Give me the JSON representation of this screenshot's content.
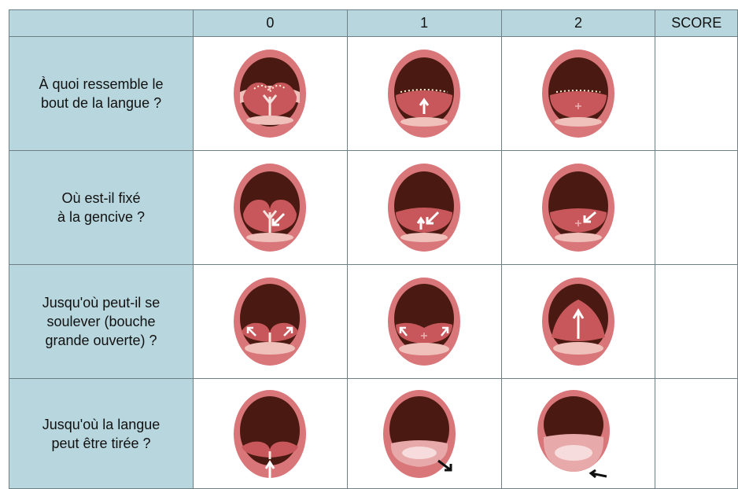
{
  "columns": [
    "0",
    "1",
    "2",
    "SCORE"
  ],
  "rows": [
    {
      "question": "À quoi ressemble le bout de la langue ?",
      "lines": [
        "À quoi ressemble le",
        "bout de la langue ?"
      ]
    },
    {
      "question": "Où est-il fixé à la gencive ?",
      "lines": [
        "Où est-il fixé",
        "à la gencive ?"
      ]
    },
    {
      "question": "Jusqu'où peut-il se soulever (bouche grande ouverte) ?",
      "lines": [
        "Jusqu'où peut-il se",
        "soulever (bouche",
        "grande ouverte) ?"
      ]
    },
    {
      "question": "Jusqu'où la langue peut être tirée ?",
      "lines": [
        "Jusqu'où la langue",
        "peut être tirée ?"
      ]
    }
  ],
  "colors": {
    "header_bg": "#b8d6dd",
    "lip": "#d9767a",
    "mouth_dark": "#4a1a12",
    "tongue": "#c8575b",
    "gum": "#f0c1bb"
  }
}
